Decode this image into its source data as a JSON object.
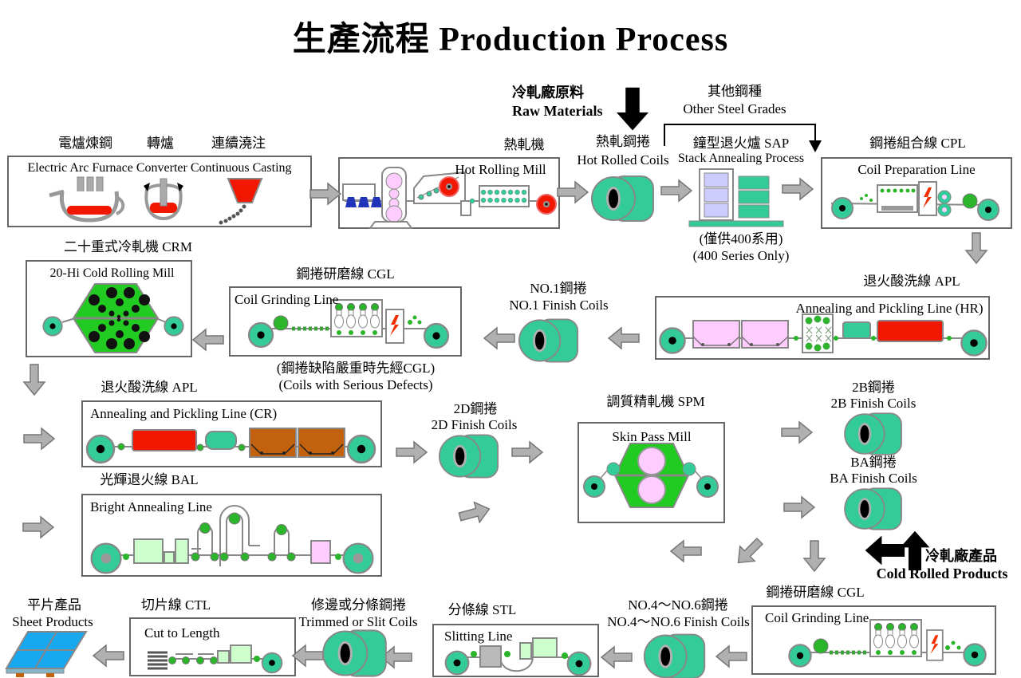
{
  "title": "生產流程  Production Process",
  "header": {
    "raw_materials_zh": "冷軋廠原料",
    "raw_materials_en": "Raw Materials",
    "other_steel_zh": "其他鋼種",
    "other_steel_en": "Other Steel Grades",
    "cold_rolled_zh": "冷軋廠產品",
    "cold_rolled_en": "Cold Rolled Products"
  },
  "stations": {
    "melt_shop": {
      "eaf_zh": "電爐煉鋼",
      "converter_zh": "轉爐",
      "casting_zh": "連續澆注",
      "en": "Electric Arc Furnace Converter Continuous Casting"
    },
    "hot_rolling_mill": {
      "zh": "熱軋機",
      "en": "Hot Rolling Mill"
    },
    "hot_rolled_coils": {
      "zh": "熱軋鋼捲",
      "en": "Hot Rolled Coils"
    },
    "sap": {
      "zh": "鐘型退火爐 SAP",
      "en": "Stack Annealing Process",
      "note_zh": "(僅供400系用)",
      "note_en": "(400 Series Only)"
    },
    "cpl": {
      "zh": "鋼捲組合線 CPL",
      "en": "Coil Preparation Line"
    },
    "crm": {
      "zh": "二十重式冷軋機 CRM",
      "en": "20-Hi Cold Rolling Mill"
    },
    "cgl_mid": {
      "zh": "鋼捲研磨線 CGL",
      "en": "Coil Grinding Line",
      "note_zh": "(鋼捲缺陷嚴重時先經CGL)",
      "note_en": "(Coils with Serious Defects)"
    },
    "no1_coils": {
      "zh": "NO.1鋼捲",
      "en": "NO.1 Finish Coils"
    },
    "apl_hr": {
      "zh": "退火酸洗線 APL",
      "en": "Annealing and Pickling Line (HR)"
    },
    "apl_cr": {
      "zh": "退火酸洗線 APL",
      "en": "Annealing and Pickling Line (CR)"
    },
    "coils_2d": {
      "zh": "2D鋼捲",
      "en": "2D Finish Coils"
    },
    "spm": {
      "zh": "調質精軋機 SPM",
      "en": "Skin Pass Mill"
    },
    "coils_2b": {
      "zh": "2B鋼捲",
      "en": "2B Finish Coils"
    },
    "coils_ba": {
      "zh": "BA鋼捲",
      "en": "BA Finish Coils"
    },
    "bal": {
      "zh": "光輝退火線 BAL",
      "en": "Bright Annealing Line"
    },
    "sheet_products": {
      "zh": "平片產品",
      "en": "Sheet Products"
    },
    "ctl": {
      "zh": "切片線 CTL",
      "en": "Cut to Length"
    },
    "trimmed_coils": {
      "zh": "修邊或分條鋼捲",
      "en": "Trimmed or Slit Coils"
    },
    "stl": {
      "zh": "分條線 STL",
      "en": "Slitting Line"
    },
    "no46_coils": {
      "zh": "NO.4～NO.6鋼捲",
      "en": "NO.4～NO.6 Finish Coils"
    },
    "cgl_bot": {
      "zh": "鋼捲研磨線 CGL",
      "en": "Coil Grinding Line"
    }
  },
  "colors": {
    "coil_teal": "#33cc99",
    "mill_green": "#21cb21",
    "roll_pink": "#ffccff",
    "furnace_red": "#f21800",
    "sap_lavender": "#ccccff",
    "tank_orange": "#c2610e",
    "light_green": "#ccffcc",
    "sheet_blue": "#18a8f0",
    "arrow_gray": "#b0b0b0"
  }
}
